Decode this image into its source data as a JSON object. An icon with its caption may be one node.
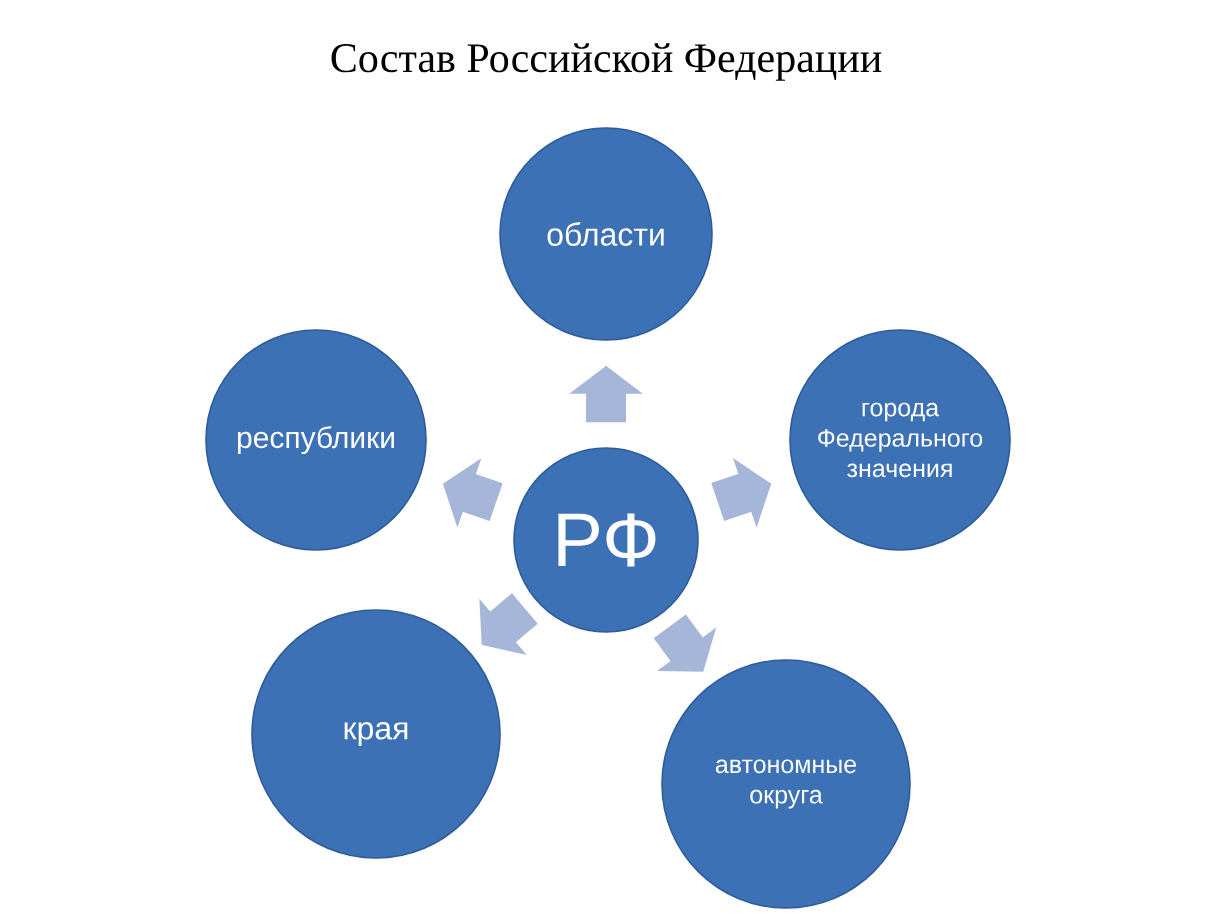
{
  "diagram": {
    "title": "Состав Российской Федерации",
    "nodes": [
      {
        "text": [
          "области"
        ]
      },
      {
        "text": [
          "республики"
        ]
      },
      {
        "text": [
          "города Федерального значения"
        ]
      },
      {
        "text": [
          "РФ"
        ]
      },
      {
        "text": [
          "края"
        ]
      },
      {
        "text": [
          "автономные округа"
        ]
      }
    ],
    "edges": [
      {
        "from": 3,
        "to": 0,
        "arrow": "to"
      },
      {
        "from": 3,
        "to": 1,
        "arrow": "to"
      },
      {
        "from": 3,
        "to": 2,
        "arrow": "to"
      },
      {
        "from": 3,
        "to": 4,
        "arrow": "to"
      },
      {
        "from": 3,
        "to": 5,
        "arrow": "to"
      }
    ]
  }
}
